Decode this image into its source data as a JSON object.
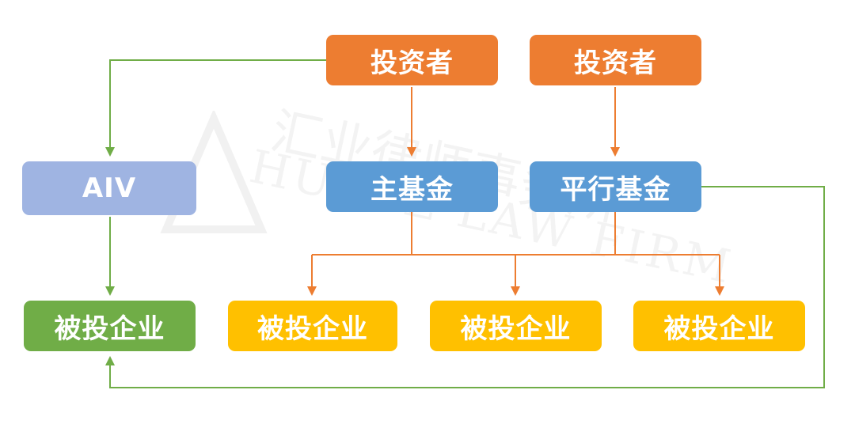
{
  "nodes": {
    "investor_1": "投资者",
    "investor_2": "投资者",
    "aiv": "AIV",
    "main_fund": "主基金",
    "parallel_fund": "平行基金",
    "portfolio_aiv": "被投企业",
    "portfolio_1": "被投企业",
    "portfolio_2": "被投企业",
    "portfolio_3": "被投企业"
  },
  "watermark": {
    "cn": "汇业律师事务所",
    "en": "HUI YE LAW FIRM"
  },
  "colors": {
    "investor": "#ed7d31",
    "fund": "#5b9bd5",
    "aiv": "#9fb4e2",
    "portfolio_aiv": "#70ad47",
    "portfolio": "#ffc000",
    "arrow_orange": "#ed7d31",
    "arrow_green": "#70ad47"
  }
}
